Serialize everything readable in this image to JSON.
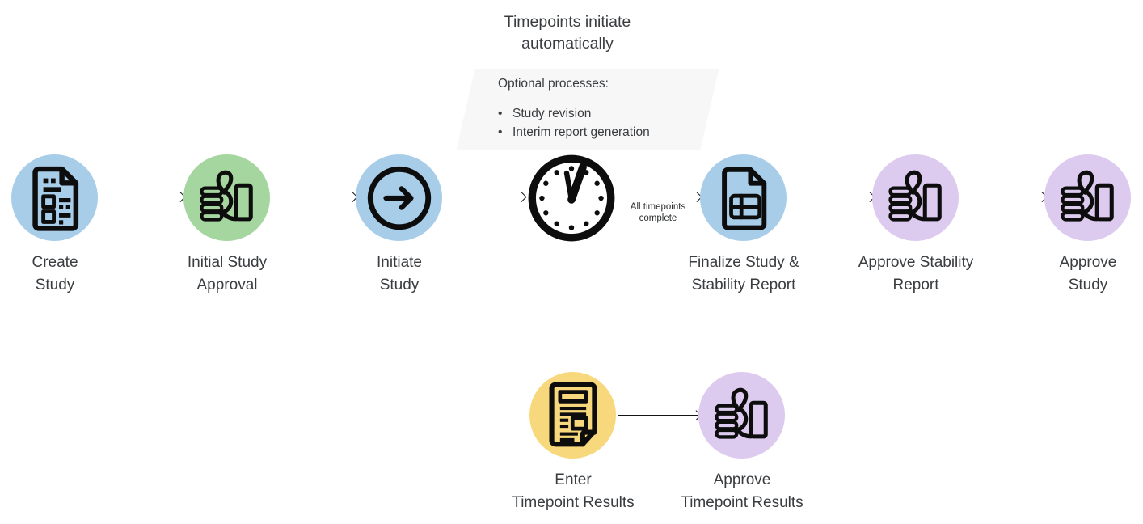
{
  "title": {
    "text": "Timepoints initiate\nautomatically"
  },
  "optional_box": {
    "heading": "Optional processes:",
    "bullet": "•",
    "items": [
      "Study revision",
      "Interim report generation"
    ]
  },
  "main_flow": {
    "nodes": [
      {
        "label": "Create\nStudy",
        "icon": "document-checklist-icon",
        "color": "#a8cde9"
      },
      {
        "label": "Initial Study\nApproval",
        "icon": "thumbs-up-icon",
        "color": "#a5d69f"
      },
      {
        "label": "Initiate\nStudy",
        "icon": "circle-arrow-icon",
        "color": "#a8cde9"
      },
      {
        "label": "",
        "icon": "clock-icon",
        "color": "none"
      },
      {
        "label": "Finalize Study &\nStability Report",
        "icon": "document-table-icon",
        "color": "#a8cde9"
      },
      {
        "label": "Approve Stability\nReport",
        "icon": "thumbs-up-icon",
        "color": "#ddcaef"
      },
      {
        "label": "Approve\nStudy",
        "icon": "thumbs-up-icon",
        "color": "#ddcaef"
      }
    ],
    "edge_label": "All timepoints\ncomplete"
  },
  "sub_flow": {
    "nodes": [
      {
        "label": "Enter\nTimepoint Results",
        "icon": "newspaper-icon",
        "color": "#f8d87c"
      },
      {
        "label": "Approve\nTimepoint Results",
        "icon": "thumbs-up-icon",
        "color": "#ddcaef"
      }
    ]
  },
  "colors": {
    "blue": "#a8cde9",
    "green": "#a5d69f",
    "purple": "#ddcaef",
    "yellow": "#f8d87c",
    "panel_grey": "#f7f7f7",
    "icon_black": "#0d0d0d",
    "text_grey": "#3a3d40"
  }
}
